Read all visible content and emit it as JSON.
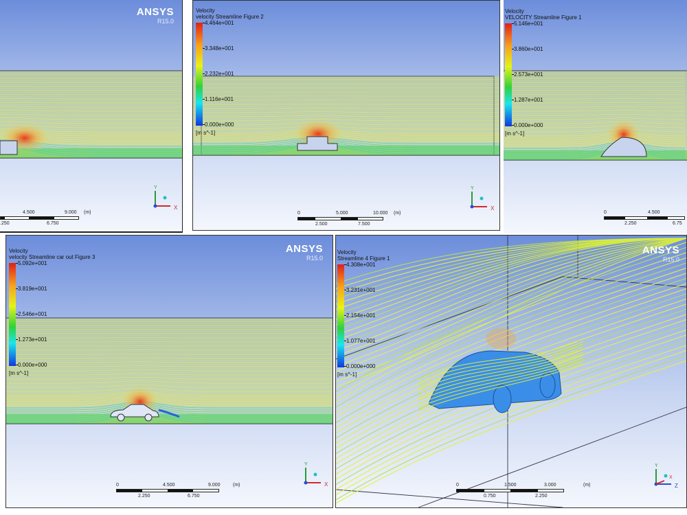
{
  "colors": {
    "background_top": "#6c8ddb",
    "streamline_main": "#d6e84a",
    "streamline_fast": "#f06a20",
    "car": "#3a8ee8"
  },
  "panels": [
    {
      "id": "p1",
      "logo": "ANSYS",
      "version": "R15.0",
      "scale": {
        "top": [
          "4.500",
          "9.000"
        ],
        "bottom": [
          ".250",
          "6.750"
        ],
        "unit": "(m)"
      },
      "triad": [
        "Y",
        "X"
      ]
    },
    {
      "id": "p2",
      "title": "Velocity",
      "subtitle": "velocity Streamline Figure 2",
      "legend": [
        "4.464e+001",
        "3.348e+001",
        "2.232e+001",
        "1.116e+001",
        "0.000e+000"
      ],
      "unit": "[m s^-1]",
      "scale": {
        "top": [
          "0",
          "5.000",
          "10.000"
        ],
        "bottom": [
          "2.500",
          "7.500"
        ],
        "unit": "(m)"
      },
      "triad": [
        "Y",
        "X"
      ]
    },
    {
      "id": "p3",
      "title": "Velocity",
      "subtitle": "VELOCITY Streamline Figure 1",
      "legend": [
        "5.146e+001",
        "3.860e+001",
        "2.573e+001",
        "1.287e+001",
        "0.000e+000"
      ],
      "unit": "[m s^-1]",
      "scale": {
        "top": [
          "0",
          "4.500"
        ],
        "bottom": [
          "2.250",
          "6.75"
        ],
        "unit": ""
      }
    },
    {
      "id": "p4",
      "title": "Velocity",
      "subtitle": "velocity Streamline car out Figure 3",
      "legend": [
        "5.092e+001",
        "3.819e+001",
        "2.546e+001",
        "1.273e+001",
        "0.000e+000"
      ],
      "unit": "[m s^-1]",
      "logo": "ANSYS",
      "version": "R15.0",
      "scale": {
        "top": [
          "0",
          "4.500",
          "9.000"
        ],
        "bottom": [
          "2.250",
          "6.750"
        ],
        "unit": "(m)"
      },
      "triad": [
        "Y",
        "X"
      ]
    },
    {
      "id": "p5",
      "title": "Velocity",
      "subtitle": "Streamline 4 Figure 1",
      "legend": [
        "4.308e+001",
        "3.231e+001",
        "2.154e+001",
        "1.077e+001",
        "0.000e+000"
      ],
      "unit": "[m s^-1]",
      "logo": "ANSYS",
      "version": "R15.0",
      "scale": {
        "top": [
          "0",
          "1.500",
          "3.000"
        ],
        "bottom": [
          "0.750",
          "2.250"
        ],
        "unit": "(m)"
      },
      "triad": [
        "Y",
        "X",
        "Z"
      ]
    }
  ],
  "p1_logo": "ANSYS",
  "p1_version": "R15.0"
}
